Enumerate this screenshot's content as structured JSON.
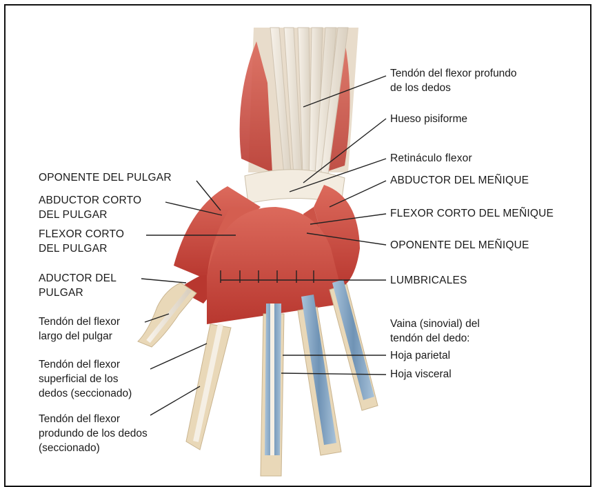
{
  "labels": {
    "oponente_pulgar": "OPONENTE DEL PULGAR",
    "abductor_corto_pulgar": "ABDUCTOR CORTO\nDEL PULGAR",
    "flexor_corto_pulgar": "FLEXOR CORTO\nDEL PULGAR",
    "aductor_pulgar": "ADUCTOR DEL\nPULGAR",
    "tendon_flexor_largo_pulgar": "Tendón del flexor\nlargo del pulgar",
    "tendon_flexor_superficial": "Tendón del flexor\nsuperficial de los\ndedos (seccionado)",
    "tendon_flexor_profundo_seccionado": "Tendón del flexor\nprodundo de los dedos\n(seccionado)",
    "tendon_flexor_profundo": "Tendón del flexor profundo\nde los dedos",
    "hueso_pisiforme": "Hueso pisiforme",
    "retinaculo_flexor": "Retináculo flexor",
    "abductor_menique": "ABDUCTOR DEL MEÑIQUE",
    "flexor_corto_menique": "FLEXOR CORTO DEL MEÑIQUE",
    "oponente_menique": "OPONENTE DEL MEÑIQUE",
    "lumbricales": "LUMBRICALES",
    "vaina_sinovial": "Vaina (sinovial) del\ntendón del dedo:",
    "hoja_parietal": "Hoja parietal",
    "hoja_visceral": "Hoja visceral"
  },
  "colors": {
    "muscle": "#c9473f",
    "muscle_light": "#e2786a",
    "tendon": "#ece4d6",
    "sheath": "#8fb0cc",
    "bone": "#e9d8b8",
    "leader": "#222222"
  }
}
